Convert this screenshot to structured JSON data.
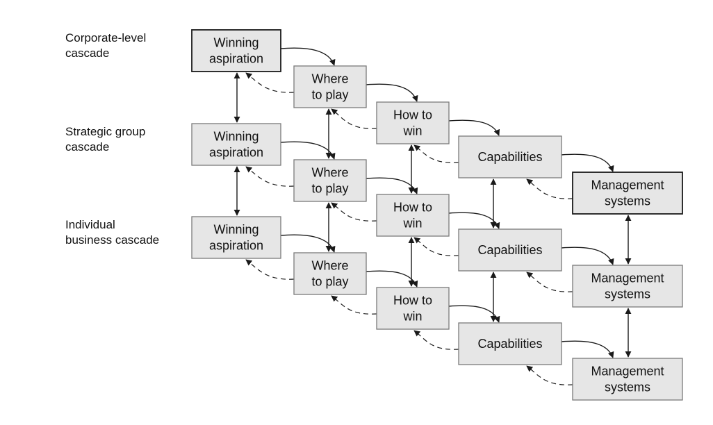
{
  "rows": [
    {
      "label": [
        "Corporate-level",
        "cascade"
      ],
      "boxes": [
        [
          "Winning",
          "aspiration"
        ],
        [
          "Where",
          "to play"
        ],
        [
          "How to",
          "win"
        ],
        [
          "Capabilities"
        ],
        [
          "Management",
          "systems"
        ]
      ]
    },
    {
      "label": [
        "Strategic group",
        "cascade"
      ],
      "boxes": [
        [
          "Winning",
          "aspiration"
        ],
        [
          "Where",
          "to play"
        ],
        [
          "How to",
          "win"
        ],
        [
          "Capabilities"
        ],
        [
          "Management",
          "systems"
        ]
      ]
    },
    {
      "label": [
        "Individual",
        "business cascade"
      ],
      "boxes": [
        [
          "Winning",
          "aspiration"
        ],
        [
          "Where",
          "to play"
        ],
        [
          "How to",
          "win"
        ],
        [
          "Capabilities"
        ],
        [
          "Management",
          "systems"
        ]
      ]
    }
  ],
  "colors": {
    "box_fill": "#e6e6e6",
    "box_border": "#7a7a7a",
    "emphasis_border": "#1a1a1a",
    "arrow": "#1a1a1a"
  }
}
